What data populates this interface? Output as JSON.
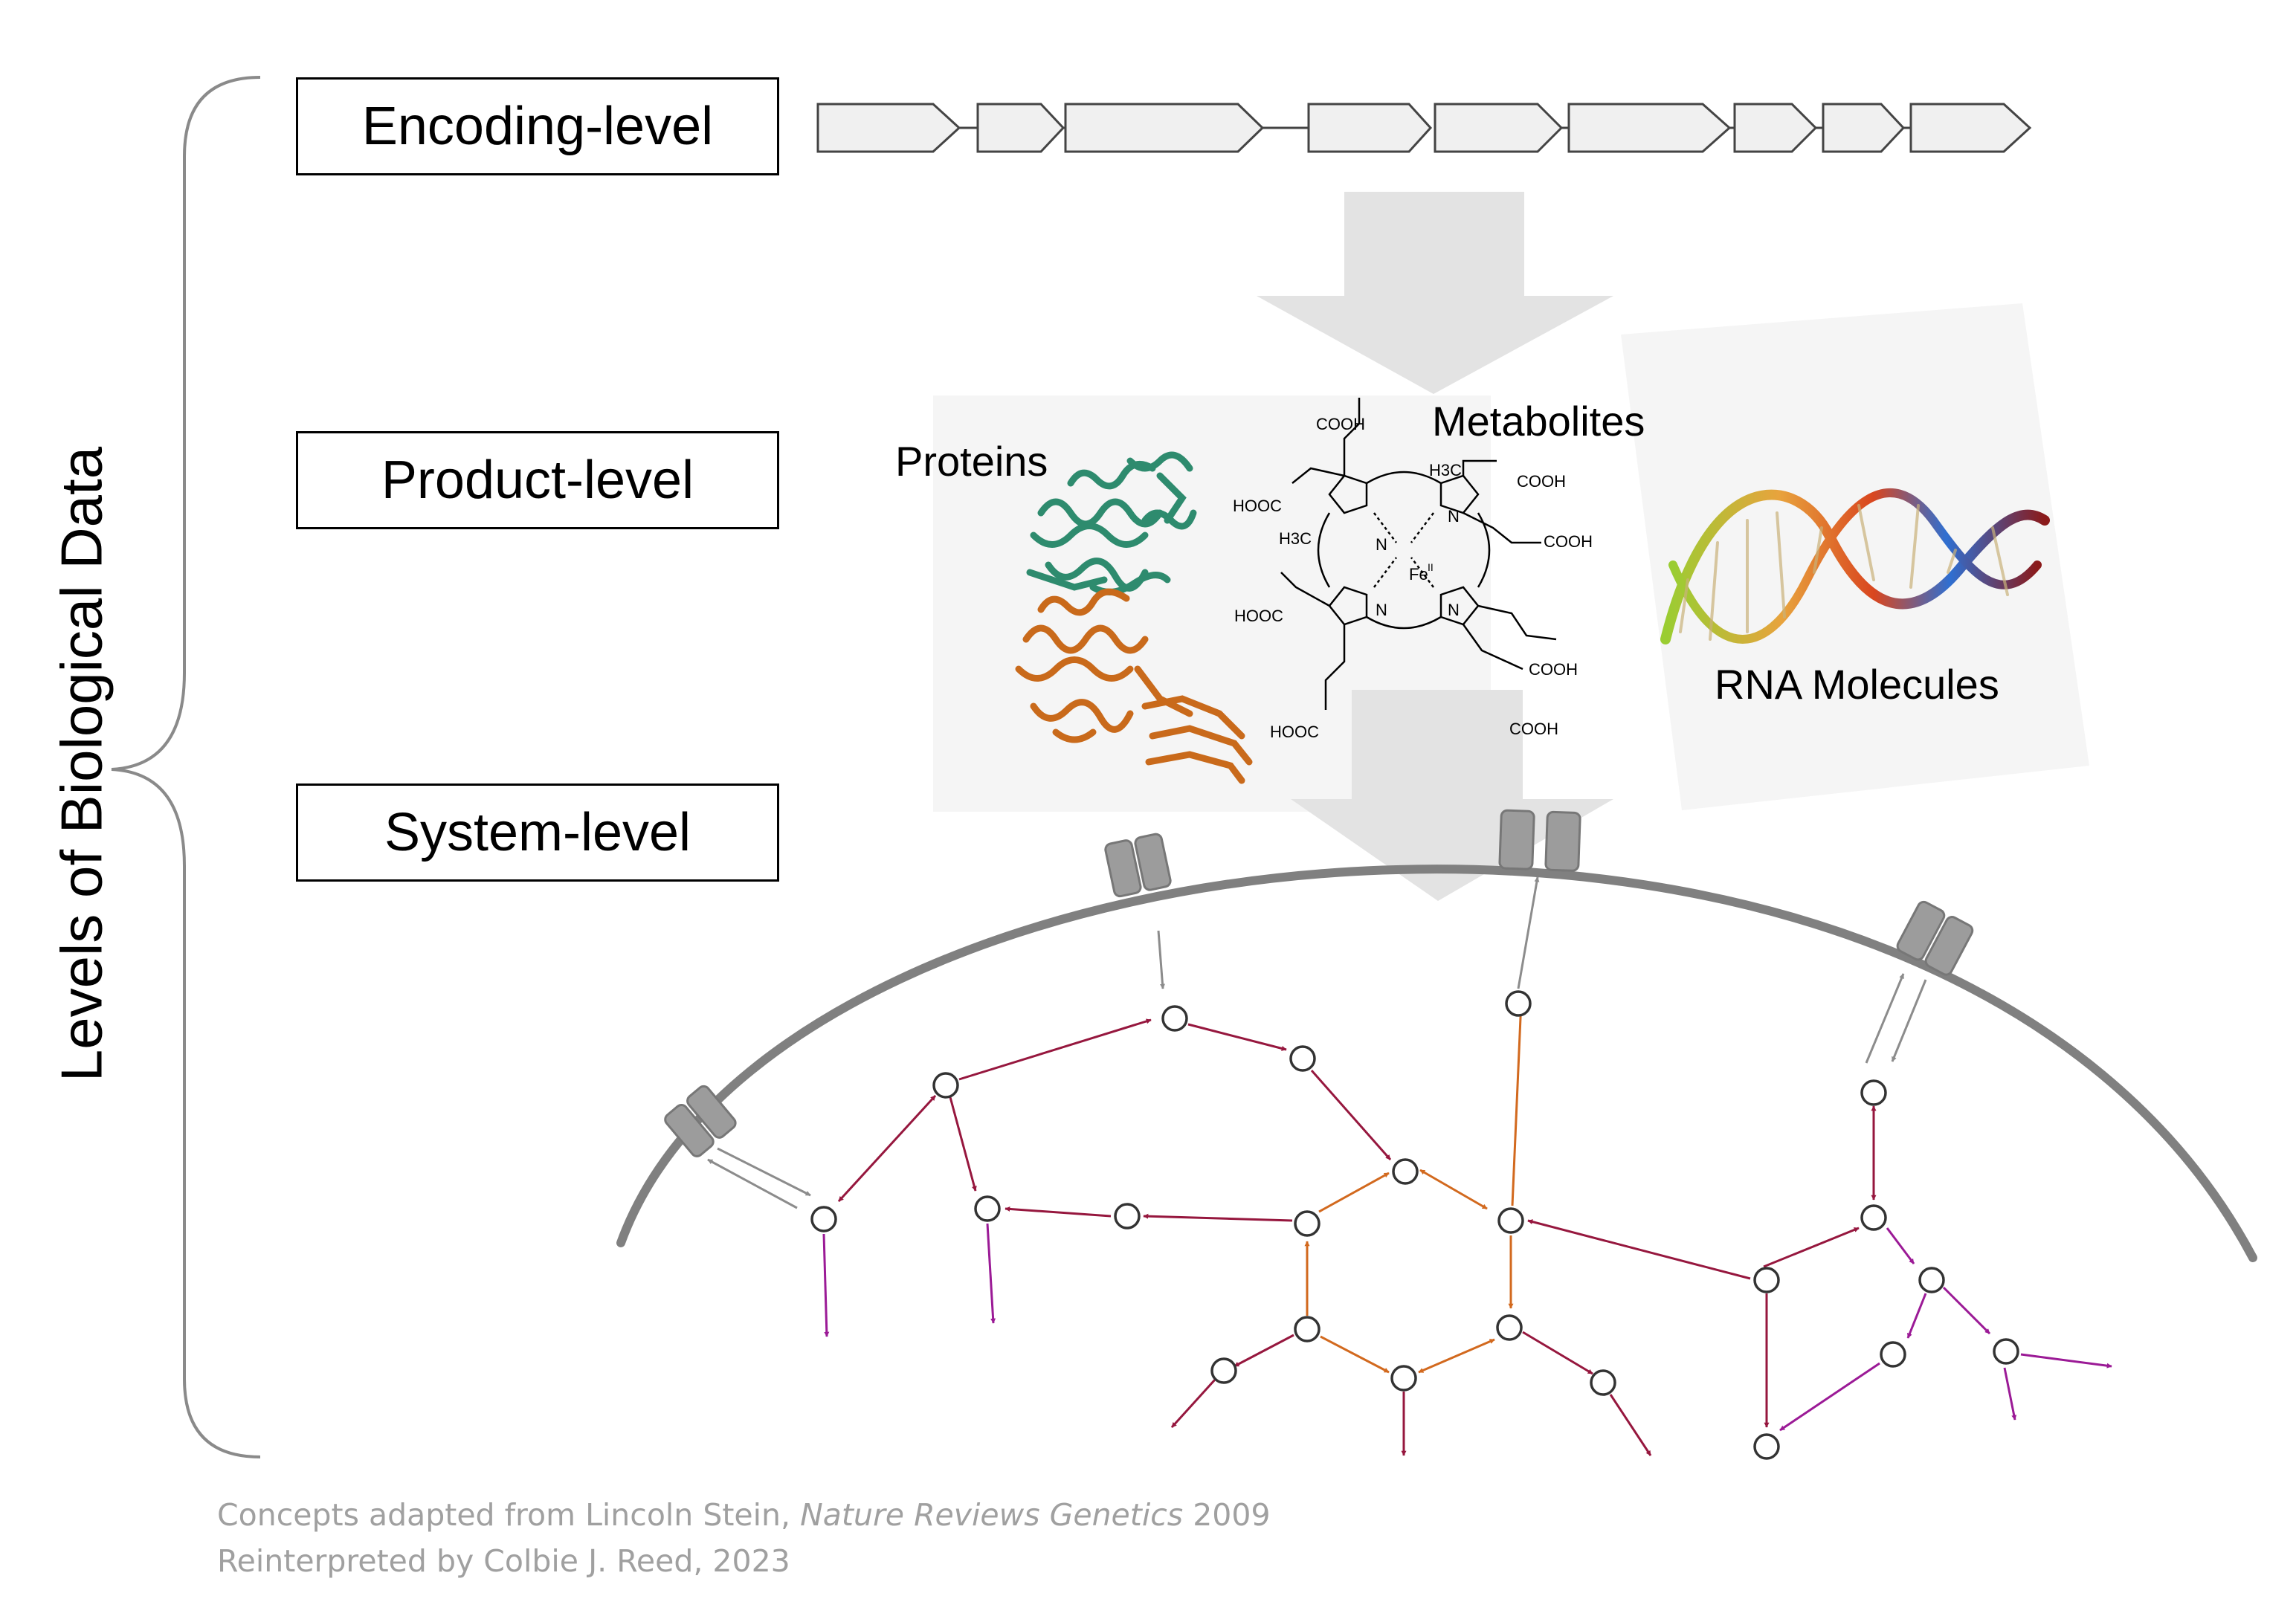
{
  "levels": {
    "axis_title": "Levels of Biological Data",
    "encoding": "Encoding-level",
    "product": "Product-level",
    "system": "System-level"
  },
  "products": {
    "proteins": "Proteins",
    "metabolites": "Metabolites",
    "rna": "RNA Molecules"
  },
  "heme_labels": {
    "cooh_top": "COOH",
    "hooc_upper_left": "HOOC",
    "h3c_left": "H3C",
    "h3c_right": "H3C",
    "cooh_upper_right": "COOH",
    "cooh_right": "COOH",
    "hooc_lower_left": "HOOC",
    "cooh_lower_right": "COOH",
    "hooc_bottom": "HOOC",
    "cooh_bottom": "COOH",
    "iron": "Fe",
    "iron_state": "II",
    "nitrogen": "N"
  },
  "credits": {
    "line1_prefix": "Concepts adapted from Lincoln Stein, ",
    "line1_journal": "Nature Reviews Genetics",
    "line1_suffix": " 2009",
    "line2": "Reinterpreted by Colbie J. Reed, 2023"
  },
  "colors": {
    "gene_fill": "#f0f0f0",
    "flow_arrow": "#e3e3e3",
    "membrane": "#808080",
    "transporter": "#9c9c9c",
    "edge_red": "#96173e",
    "edge_orange": "#d2691e",
    "edge_purple": "#9b1a96",
    "edge_gray": "#8c8c8c",
    "protein_green": "#2e8b6e",
    "protein_orange": "#c96a1b",
    "credit_text": "#a0a0a0"
  }
}
